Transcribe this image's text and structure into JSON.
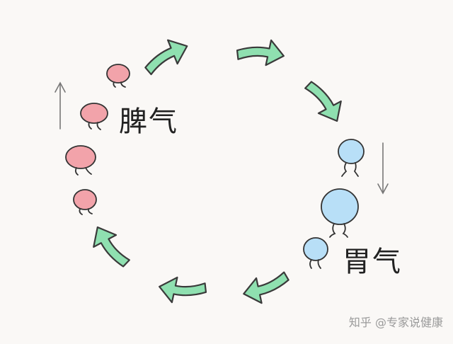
{
  "labels": {
    "spleen_qi": "脾气",
    "stomach_qi": "胃气"
  },
  "watermark": "知乎 @专家说健康",
  "colors": {
    "background": "#faf8f6",
    "arrow_fill": "#8fe0b0",
    "arrow_stroke": "#3a3a3a",
    "spleen_blob": "#f2a3aa",
    "stomach_blob": "#b8dff7",
    "outline": "#333333",
    "thin_arrow": "#777777"
  },
  "icons": {
    "spleen": "pink-blob-figure",
    "stomach": "blue-blob-figure",
    "flow": "curved-green-arrow",
    "direction_up": "thin-up-arrow",
    "direction_down": "thin-down-arrow"
  }
}
